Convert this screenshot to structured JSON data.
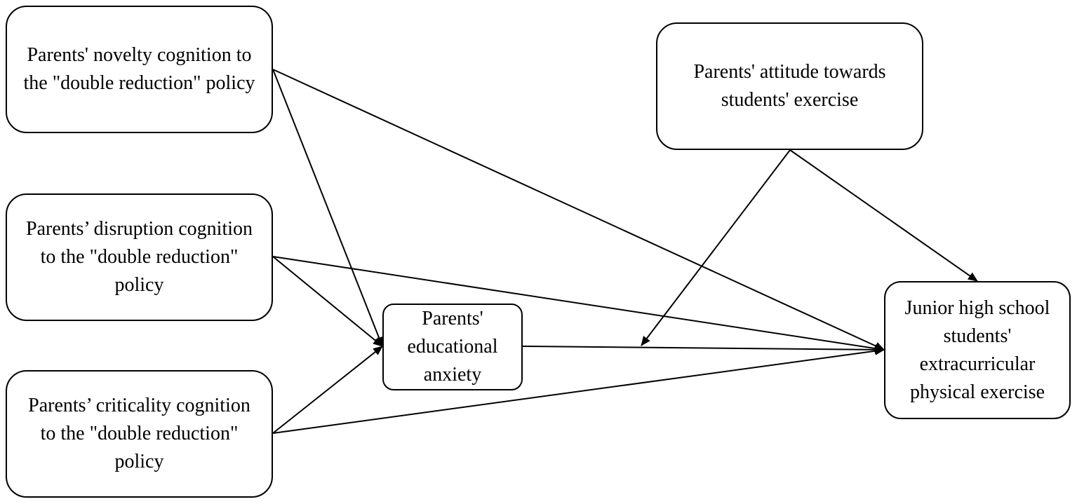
{
  "nodes": {
    "novelty": "Parents' novelty cognition to the \"double reduction\" policy",
    "disruption": "Parents’ disruption cognition to the \"double reduction\" policy",
    "criticality": "Parents’ criticality cognition to the \"double reduction\" policy",
    "anxiety": "Parents' educational anxiety",
    "attitude": "Parents' attitude towards students' exercise",
    "outcome": "Junior high school students' extracurricular physical exercise"
  },
  "edges": [
    {
      "from": "novelty",
      "to": "anxiety"
    },
    {
      "from": "disruption",
      "to": "anxiety"
    },
    {
      "from": "criticality",
      "to": "anxiety"
    },
    {
      "from": "novelty",
      "to": "outcome"
    },
    {
      "from": "disruption",
      "to": "outcome"
    },
    {
      "from": "criticality",
      "to": "outcome"
    },
    {
      "from": "anxiety",
      "to": "outcome"
    },
    {
      "from": "attitude",
      "to": "outcome"
    },
    {
      "from": "attitude",
      "to": "anxiety-outcome-path",
      "type": "moderation"
    }
  ],
  "colors": {
    "stroke": "#000000",
    "background": "#ffffff"
  }
}
